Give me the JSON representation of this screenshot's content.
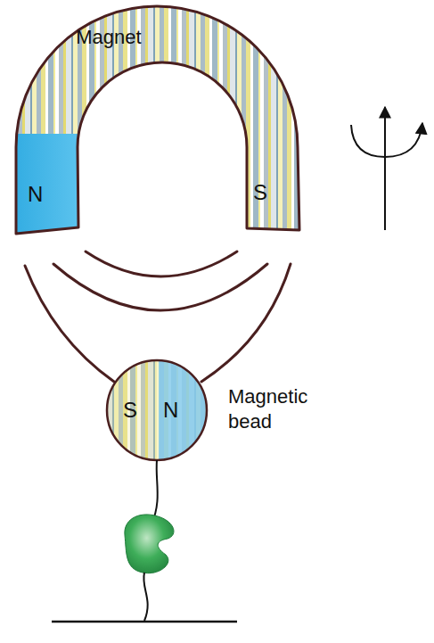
{
  "diagram": {
    "nodes": [
      {
        "text": [
          "Magnet",
          "N",
          "S"
        ]
      },
      {
        "text": [
          "S",
          "N",
          "Magnetic bead"
        ]
      }
    ]
  }
}
